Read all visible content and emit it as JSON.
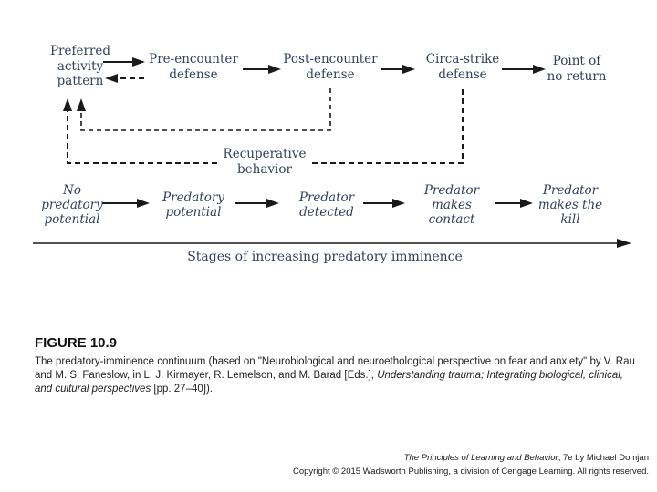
{
  "colors": {
    "diagram_text": "#32405c",
    "line": "#1a1a1a",
    "background": "#ffffff"
  },
  "diagram": {
    "top_row": [
      "Preferred\nactivity\npattern",
      "Pre-encounter\ndefense",
      "Post-encounter\ndefense",
      "Circa-strike\ndefense",
      "Point of\nno return"
    ],
    "recuperative_label": "Recuperative\nbehavior",
    "bottom_row": [
      "No\npredatory\npotential",
      "Predatory\npotential",
      "Predator\ndetected",
      "Predator\nmakes\ncontact",
      "Predator\nmakes the\nkill"
    ],
    "axis_label": "Stages of increasing predatory imminence"
  },
  "caption": {
    "figure_label": "FIGURE 10.9",
    "text_before_italic": "The predatory-imminence continuum (based on \"Neurobiological and neuroethological perspective on fear and anxiety\" by V. Rau and M. S. Faneslow, in L. J. Kirmayer, R. Lemelson, and M. Barad [Eds.], ",
    "text_italic": "Understanding trauma; Integrating biological, clinical, and cultural perspectives",
    "text_after_italic": " [pp. 27–40])."
  },
  "footer": {
    "book_title": "The Principles of Learning and Behavior",
    "book_suffix": ", 7e by Michael Domjan",
    "copyright_line": "Copyright © 2015 Wadsworth Publishing, a division of Cengage Learning. All rights reserved."
  }
}
